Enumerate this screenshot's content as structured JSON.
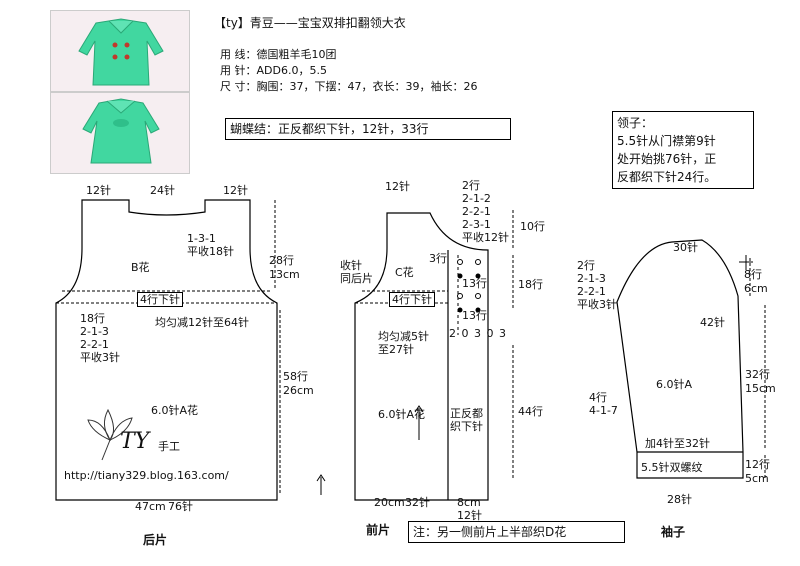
{
  "header": {
    "title": "【ty】青豆——宝宝双排扣翻领大衣",
    "yarn": "用 线：德国粗羊毛10团",
    "needles": "用 针：ADD6.0，5.5",
    "size": "尺 寸：胸围：37，下摆：47，衣长：39，袖长：26"
  },
  "bow_note": "蝴蝶结：正反都织下针，12针，33行",
  "collar_note": [
    "领子：",
    "5.5针从门襟第9针",
    "处开始挑76针，正",
    "反都织下针24行。"
  ],
  "footer_note": "注：另一侧前片上半部织D花",
  "watermark": {
    "brand": "TY",
    "sub": "手工",
    "url": "http://tiany329.blog.163.com/"
  },
  "colors": {
    "line": "#000000",
    "photo_bg": "#f6eef1",
    "coat": "#41d7a0"
  },
  "back": {
    "title": "后片",
    "top_left": "12针",
    "top_mid": "24针",
    "top_right": "12针",
    "neck": [
      "1-3-1",
      "平收18针"
    ],
    "pattern": "B花",
    "yoke_rows": "28行",
    "yoke_cm": "13cm",
    "band": "4行下针",
    "decrease": "均匀减12针至64针",
    "armhole": [
      "18行",
      "2-1-3",
      "2-2-1",
      "平收3针"
    ],
    "body_rows": "58行",
    "body_cm": "26cm",
    "body_pattern": "6.0针A花",
    "bottom_cm": "47cm",
    "bottom_sts": "76针"
  },
  "front": {
    "title": "前片",
    "top": "12针",
    "neck": [
      "2行",
      "2-1-2",
      "2-2-1",
      "2-3-1",
      "平收12针"
    ],
    "neck_rows": "10行",
    "gap": "3行",
    "side": [
      "收针",
      "同后片"
    ],
    "pattern": "C花",
    "upper_rows": "18行",
    "band": "4行下针",
    "btn_rows_a": "13行",
    "btn_rows_b": "13行",
    "btn_row_nums": [
      "2",
      "0",
      "3",
      "0",
      "3"
    ],
    "decrease": [
      "均匀减5针",
      "至27针"
    ],
    "lower_rows": "44行",
    "body_pattern": "6.0针A花",
    "placket": [
      "正反都",
      "织下针"
    ],
    "bottom_cm": "20cm",
    "bottom_sts": "32针",
    "placket_cm": "8cm",
    "placket_sts": "12针"
  },
  "sleeve": {
    "title": "袖子",
    "cap_top": "30针",
    "cap_rows": "8行",
    "cap_cm": "6cm",
    "cap_shaping": [
      "2行",
      "2-1-3",
      "2-2-1",
      "平收3针"
    ],
    "width": "42针",
    "increase": [
      "4行",
      "4-1-7"
    ],
    "pattern": "6.0针A",
    "arm_rows": "32行",
    "arm_cm": "15cm",
    "cuff_increase": "加4针至32针",
    "cuff": "5.5针双螺纹",
    "cuff_rows": "12行",
    "cuff_cm": "5cm",
    "bottom": "28针"
  }
}
